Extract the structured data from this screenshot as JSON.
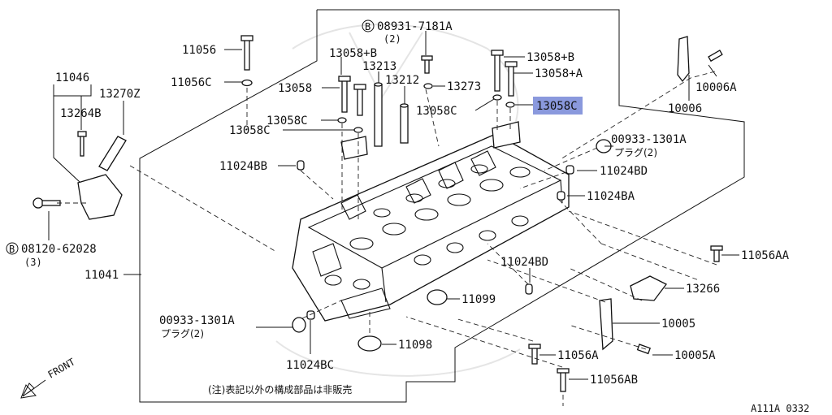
{
  "diagram": {
    "labels": {
      "p11056": "11056",
      "p11056c": "11056C",
      "p08931": "08931-7181A",
      "p08931_qty": "(2)",
      "p13058b_top": "13058+B",
      "p13058b_right": "13058+B",
      "p13213": "13213",
      "p13212": "13212",
      "p13058": "13058",
      "p13273": "13273",
      "p13058a": "13058+A",
      "p13058c_1": "13058C",
      "p13058c_2": "13058C",
      "p13058c_3": "13058C",
      "p13058c_hl": "13058C",
      "p11046": "11046",
      "p13264b": "13264B",
      "p13270z": "13270Z",
      "p10006": "10006",
      "p10006a": "10006A",
      "p00933_top": "00933-1301A",
      "p00933_top_sub": "プラグ(2)",
      "p11024bb": "11024BB",
      "p11024bd_top": "11024BD",
      "p11024ba": "11024BA",
      "p08120": "08120-62028",
      "p08120_qty": "(3)",
      "p11041": "11041",
      "p11024bd_mid": "11024BD",
      "p11099": "11099",
      "p11056aa": "11056AA",
      "p13266": "13266",
      "p00933_bot": "00933-1301A",
      "p00933_bot_sub": "プラグ(2)",
      "p10005": "10005",
      "p11098": "11098",
      "p11024bc": "11024BC",
      "p11056a": "11056A",
      "p10005a": "10005A",
      "p11056ab": "11056AB"
    },
    "note": "(注)表記以外の構成部品は非販売",
    "front": "FRONT",
    "ref_code": "A111A 0332",
    "circle_b": "B",
    "highlight_color": "#8a99dd"
  }
}
